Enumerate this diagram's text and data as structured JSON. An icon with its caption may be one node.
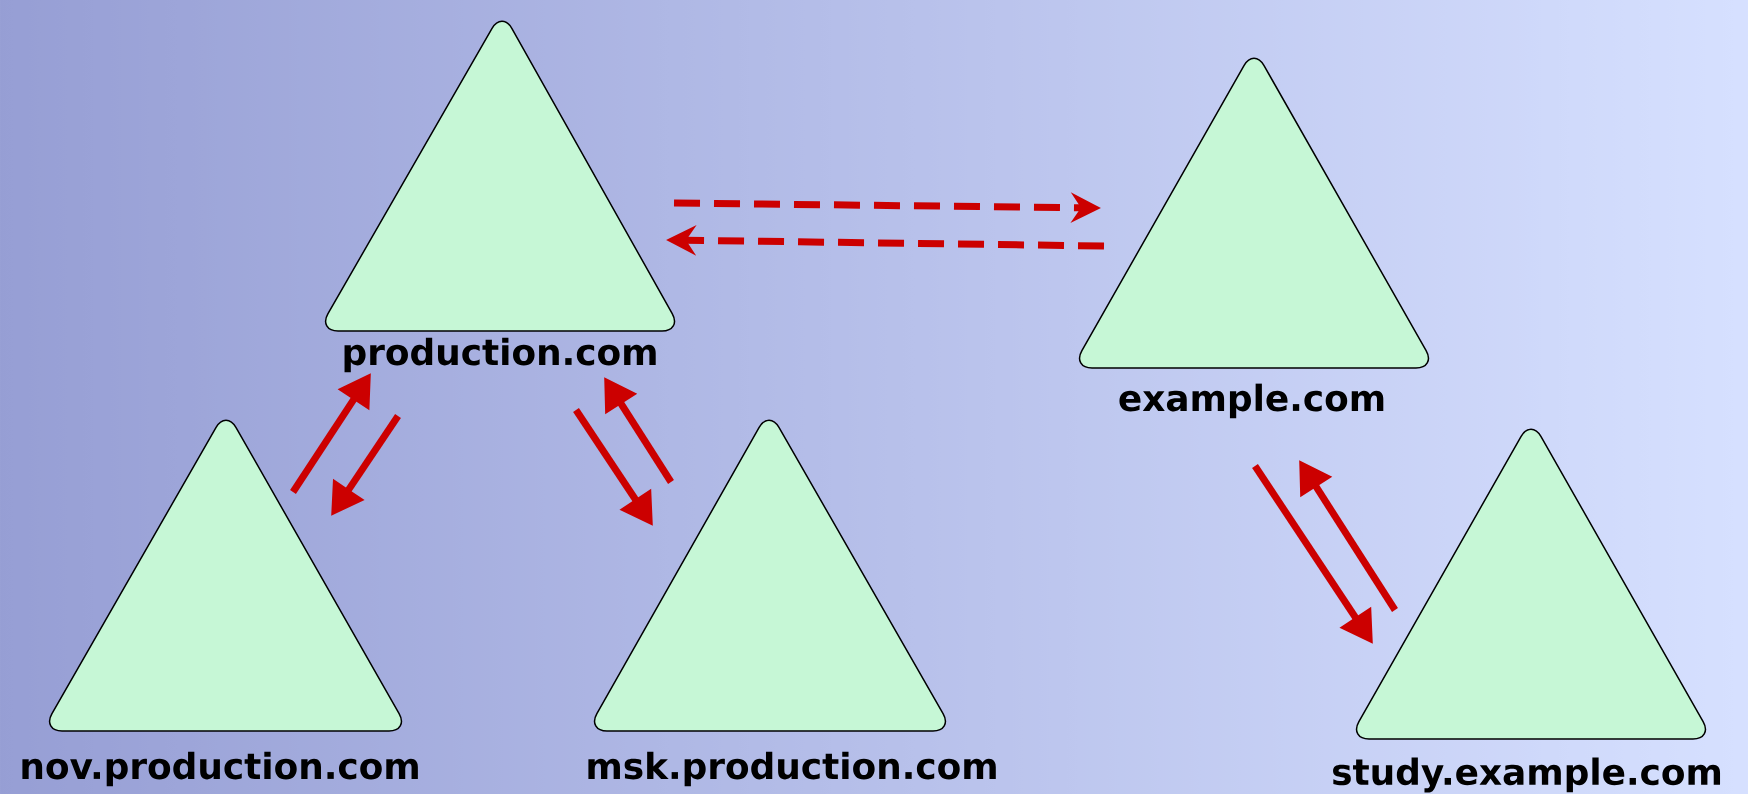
{
  "diagram": {
    "nodes": [
      {
        "text": [
          "production.com"
        ]
      },
      {
        "text": [
          "example.com"
        ]
      },
      {
        "text": [
          "nov.production.com"
        ]
      },
      {
        "text": [
          "msk.production.com"
        ]
      },
      {
        "text": [
          "study.example.com"
        ]
      }
    ],
    "edges": [
      {
        "from": 0,
        "to": 1,
        "arrow": "to",
        "style": "dashed"
      },
      {
        "from": 1,
        "to": 0,
        "arrow": "to",
        "style": "dashed"
      },
      {
        "from": 2,
        "to": 0,
        "arrow": "to"
      },
      {
        "from": 0,
        "to": 2,
        "arrow": "to"
      },
      {
        "from": 0,
        "to": 3,
        "arrow": "to"
      },
      {
        "from": 3,
        "to": 0,
        "arrow": "to"
      },
      {
        "from": 1,
        "to": 4,
        "arrow": "to"
      },
      {
        "from": 4,
        "to": 1,
        "arrow": "to"
      }
    ]
  }
}
